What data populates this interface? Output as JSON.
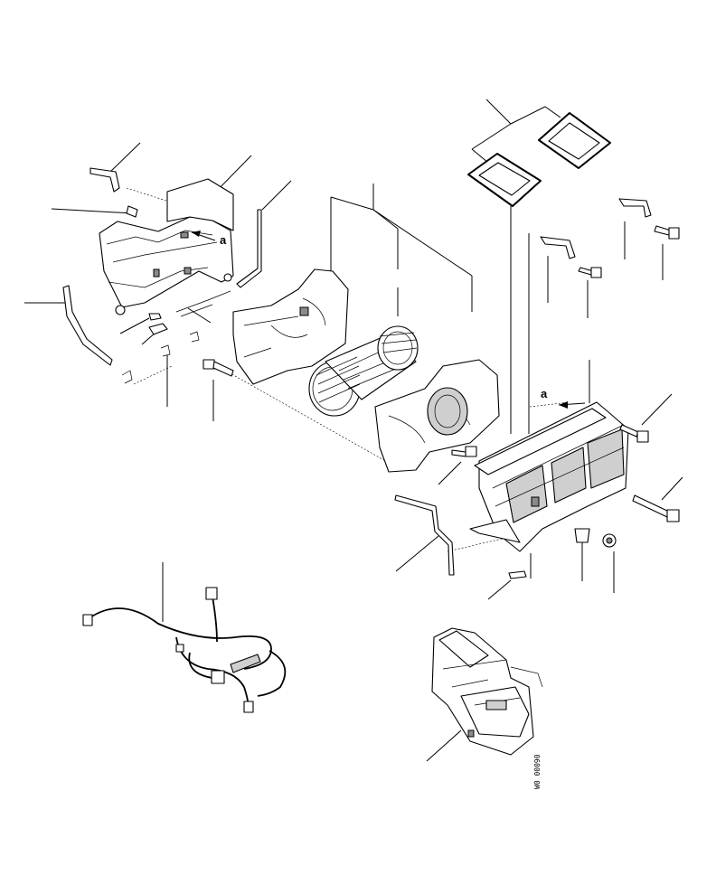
{
  "diagram": {
    "reference_letters": [
      "a",
      "a"
    ],
    "figure_code": "W0 00090"
  }
}
